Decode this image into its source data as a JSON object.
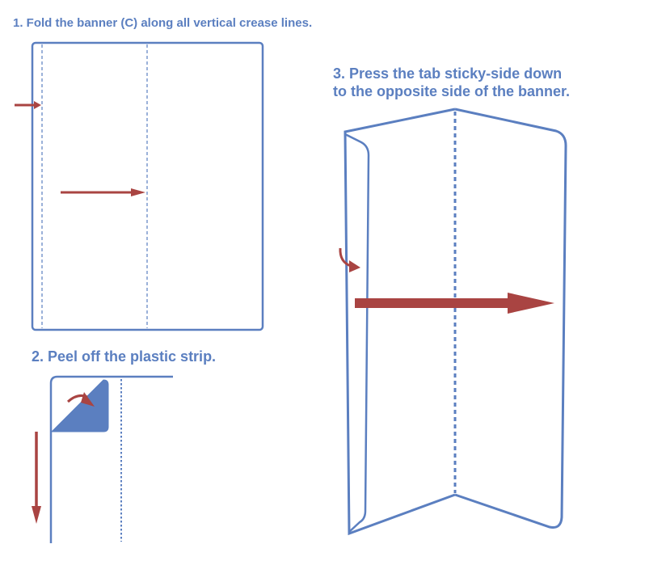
{
  "colors": {
    "outline": "#5b7fc0",
    "arrow": "#a94442",
    "strip_fill": "#5b7fc0",
    "background": "#ffffff"
  },
  "steps": [
    {
      "number": "1",
      "text": "1. Fold the banner (C) along all vertical crease lines."
    },
    {
      "number": "2",
      "text": "2. Peel off the plastic strip."
    },
    {
      "number": "3",
      "lines": [
        "3. Press the tab sticky-side down",
        "to the opposite side of the banner."
      ]
    }
  ]
}
